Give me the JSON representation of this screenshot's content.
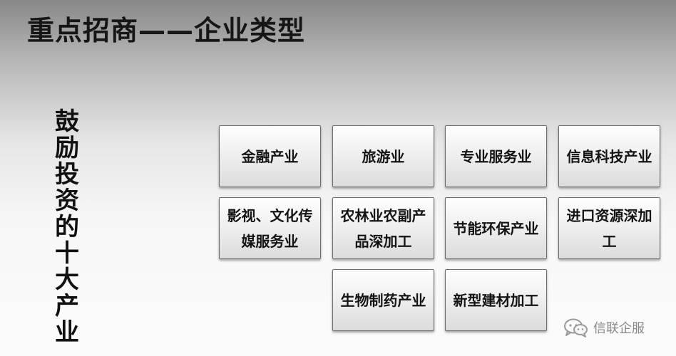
{
  "slide": {
    "title": "重点招商——企业类型",
    "vertical_heading": "鼓励投资的十大产业",
    "cards": [
      {
        "label": "金融产业"
      },
      {
        "label": "旅游业"
      },
      {
        "label": "专业服务业"
      },
      {
        "label": "信息科技产业"
      },
      {
        "label": "影视、文化传媒服务业"
      },
      {
        "label": "农林业农副产品深加工"
      },
      {
        "label": "节能环保产业"
      },
      {
        "label": "进口资源深加工"
      },
      {
        "label": "生物制药产业"
      },
      {
        "label": "新型建材加工"
      }
    ]
  },
  "watermark": {
    "text": "信联企服",
    "icon": "wechat-icon"
  }
}
